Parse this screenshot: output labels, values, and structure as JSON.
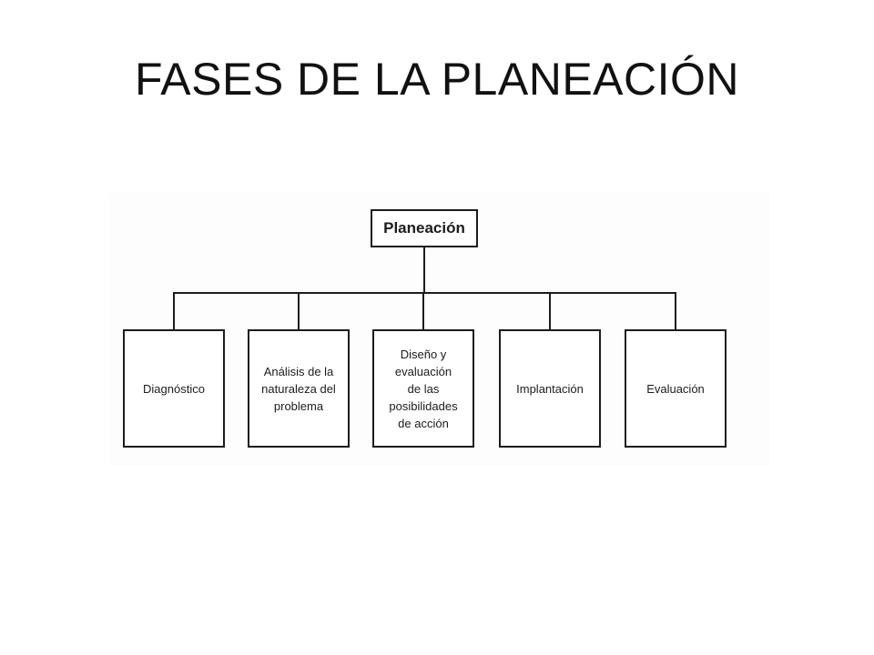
{
  "slide": {
    "title": "FASES DE LA PLANEACIÓN"
  },
  "diagram": {
    "root": {
      "label": "Planeación"
    },
    "children": [
      {
        "label": "Diagnóstico"
      },
      {
        "label": "Análisis de la\nnaturaleza del\nproblema"
      },
      {
        "label": "Diseño y\nevaluación\nde las\nposibilidades\nde acción"
      },
      {
        "label": "Implantación"
      },
      {
        "label": "Evaluación"
      }
    ]
  }
}
